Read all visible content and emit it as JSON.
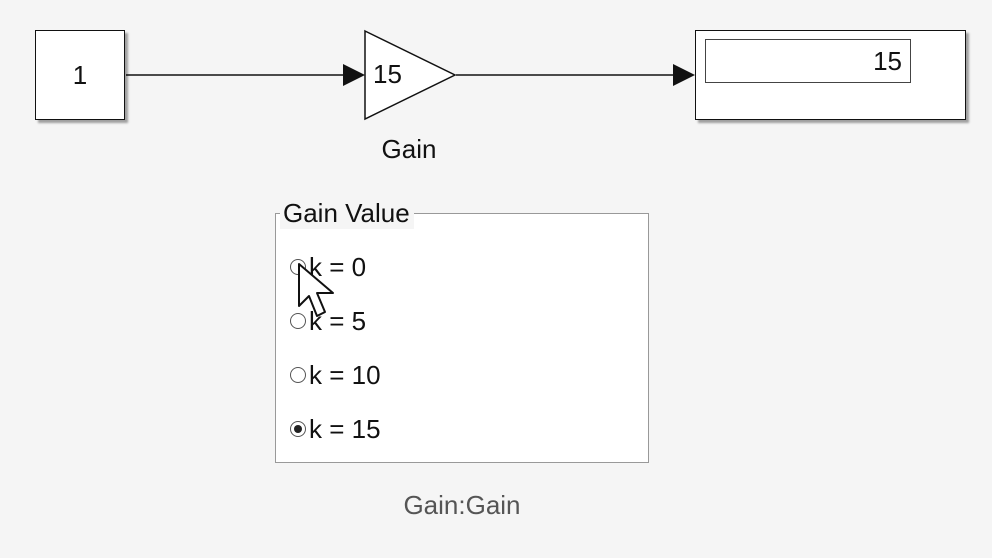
{
  "diagram": {
    "constant_block": {
      "value": "1"
    },
    "gain_block": {
      "value": "15",
      "label": "Gain"
    },
    "display_block": {
      "value": "15"
    }
  },
  "gain_panel": {
    "title": "Gain Value",
    "options": [
      {
        "label": "k = 0",
        "selected": false
      },
      {
        "label": "k = 5",
        "selected": false
      },
      {
        "label": "k = 10",
        "selected": false
      },
      {
        "label": "k = 15",
        "selected": true
      }
    ],
    "caption": "Gain:Gain"
  },
  "icons": {
    "cursor": "arrow-cursor-icon",
    "radio_selected": "radio-checked-icon",
    "radio_unselected": "radio-unchecked-icon",
    "arrowhead": "arrowhead-icon"
  }
}
